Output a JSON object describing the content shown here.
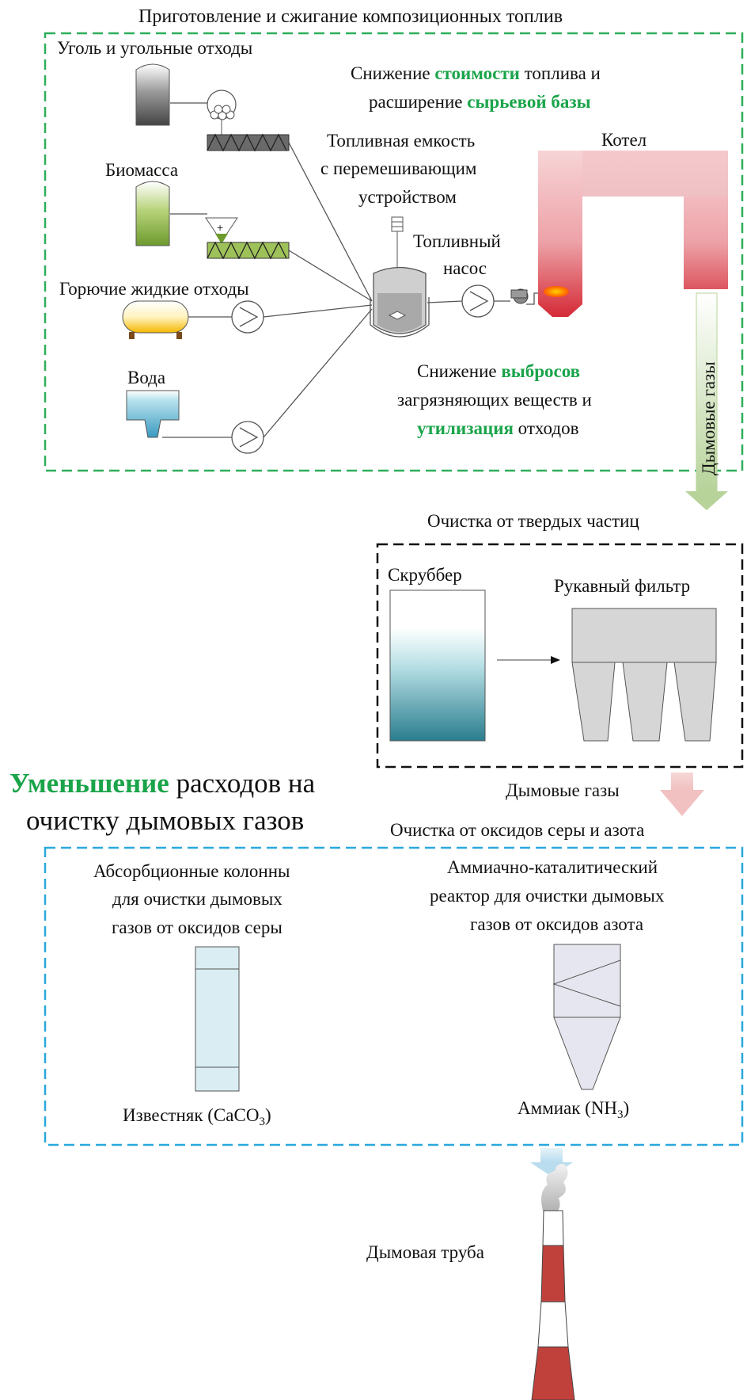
{
  "top_title": "Приготовление и сжигание композиционных топлив",
  "fuel_prep": {
    "coal": "Уголь и угольные отходы",
    "biomass": "Биомасса",
    "liquid_waste": "Горючие жидкие отходы",
    "water": "Вода",
    "tank_1": "Топливная емкость",
    "tank_2": "с перемешивающим",
    "tank_3": "устройством",
    "pump_1": "Топливный",
    "pump_2": "насос",
    "boiler": "Котел"
  },
  "benefit_cost": {
    "l1_a": "Снижение ",
    "l1_b": "стоимости",
    "l1_c": " топлива и",
    "l2_a": "расширение ",
    "l2_b": "сырьевой базы"
  },
  "benefit_emissions": {
    "l1_a": "Снижение ",
    "l1_b": "выбросов",
    "l2": "загрязняющих веществ и",
    "l3_a": "утилизация",
    "l3_b": " отходов"
  },
  "flue_gas_vertical": "Дымовые газы",
  "particulate": {
    "title": "Очистка от твердых частиц",
    "scrubber": "Скруббер",
    "bag_filter": "Рукавный фильтр"
  },
  "cost_reduction": {
    "l1_a": "Уменьшение",
    "l1_b": " расходов на",
    "l2": "очистку дымовых газов"
  },
  "flue_gas_2": "Дымовые газы",
  "sox_nox": {
    "title": "Очистка от оксидов серы и азота",
    "abs_1": "Абсорбционные колонны",
    "abs_2": "для очистки дымовых",
    "abs_3": "газов от оксидов серы",
    "scr_1": "Аммиачно-каталитический",
    "scr_2": "реактор для очистки дымовых",
    "scr_3": "газов от оксидов азота",
    "lime_a": "Известняк (CaCO",
    "lime_sub": "3",
    "lime_c": ")",
    "nh3_a": "Аммиак (NH",
    "nh3_sub": "3",
    "nh3_c": ")"
  },
  "stack": "Дымовая труба",
  "colors": {
    "green_dash": "#2eae5a",
    "blue_dash": "#2aa8dd",
    "accent_green": "#1aa44a",
    "boiler_red": "#d8303a",
    "stack_red": "#c0413b"
  }
}
